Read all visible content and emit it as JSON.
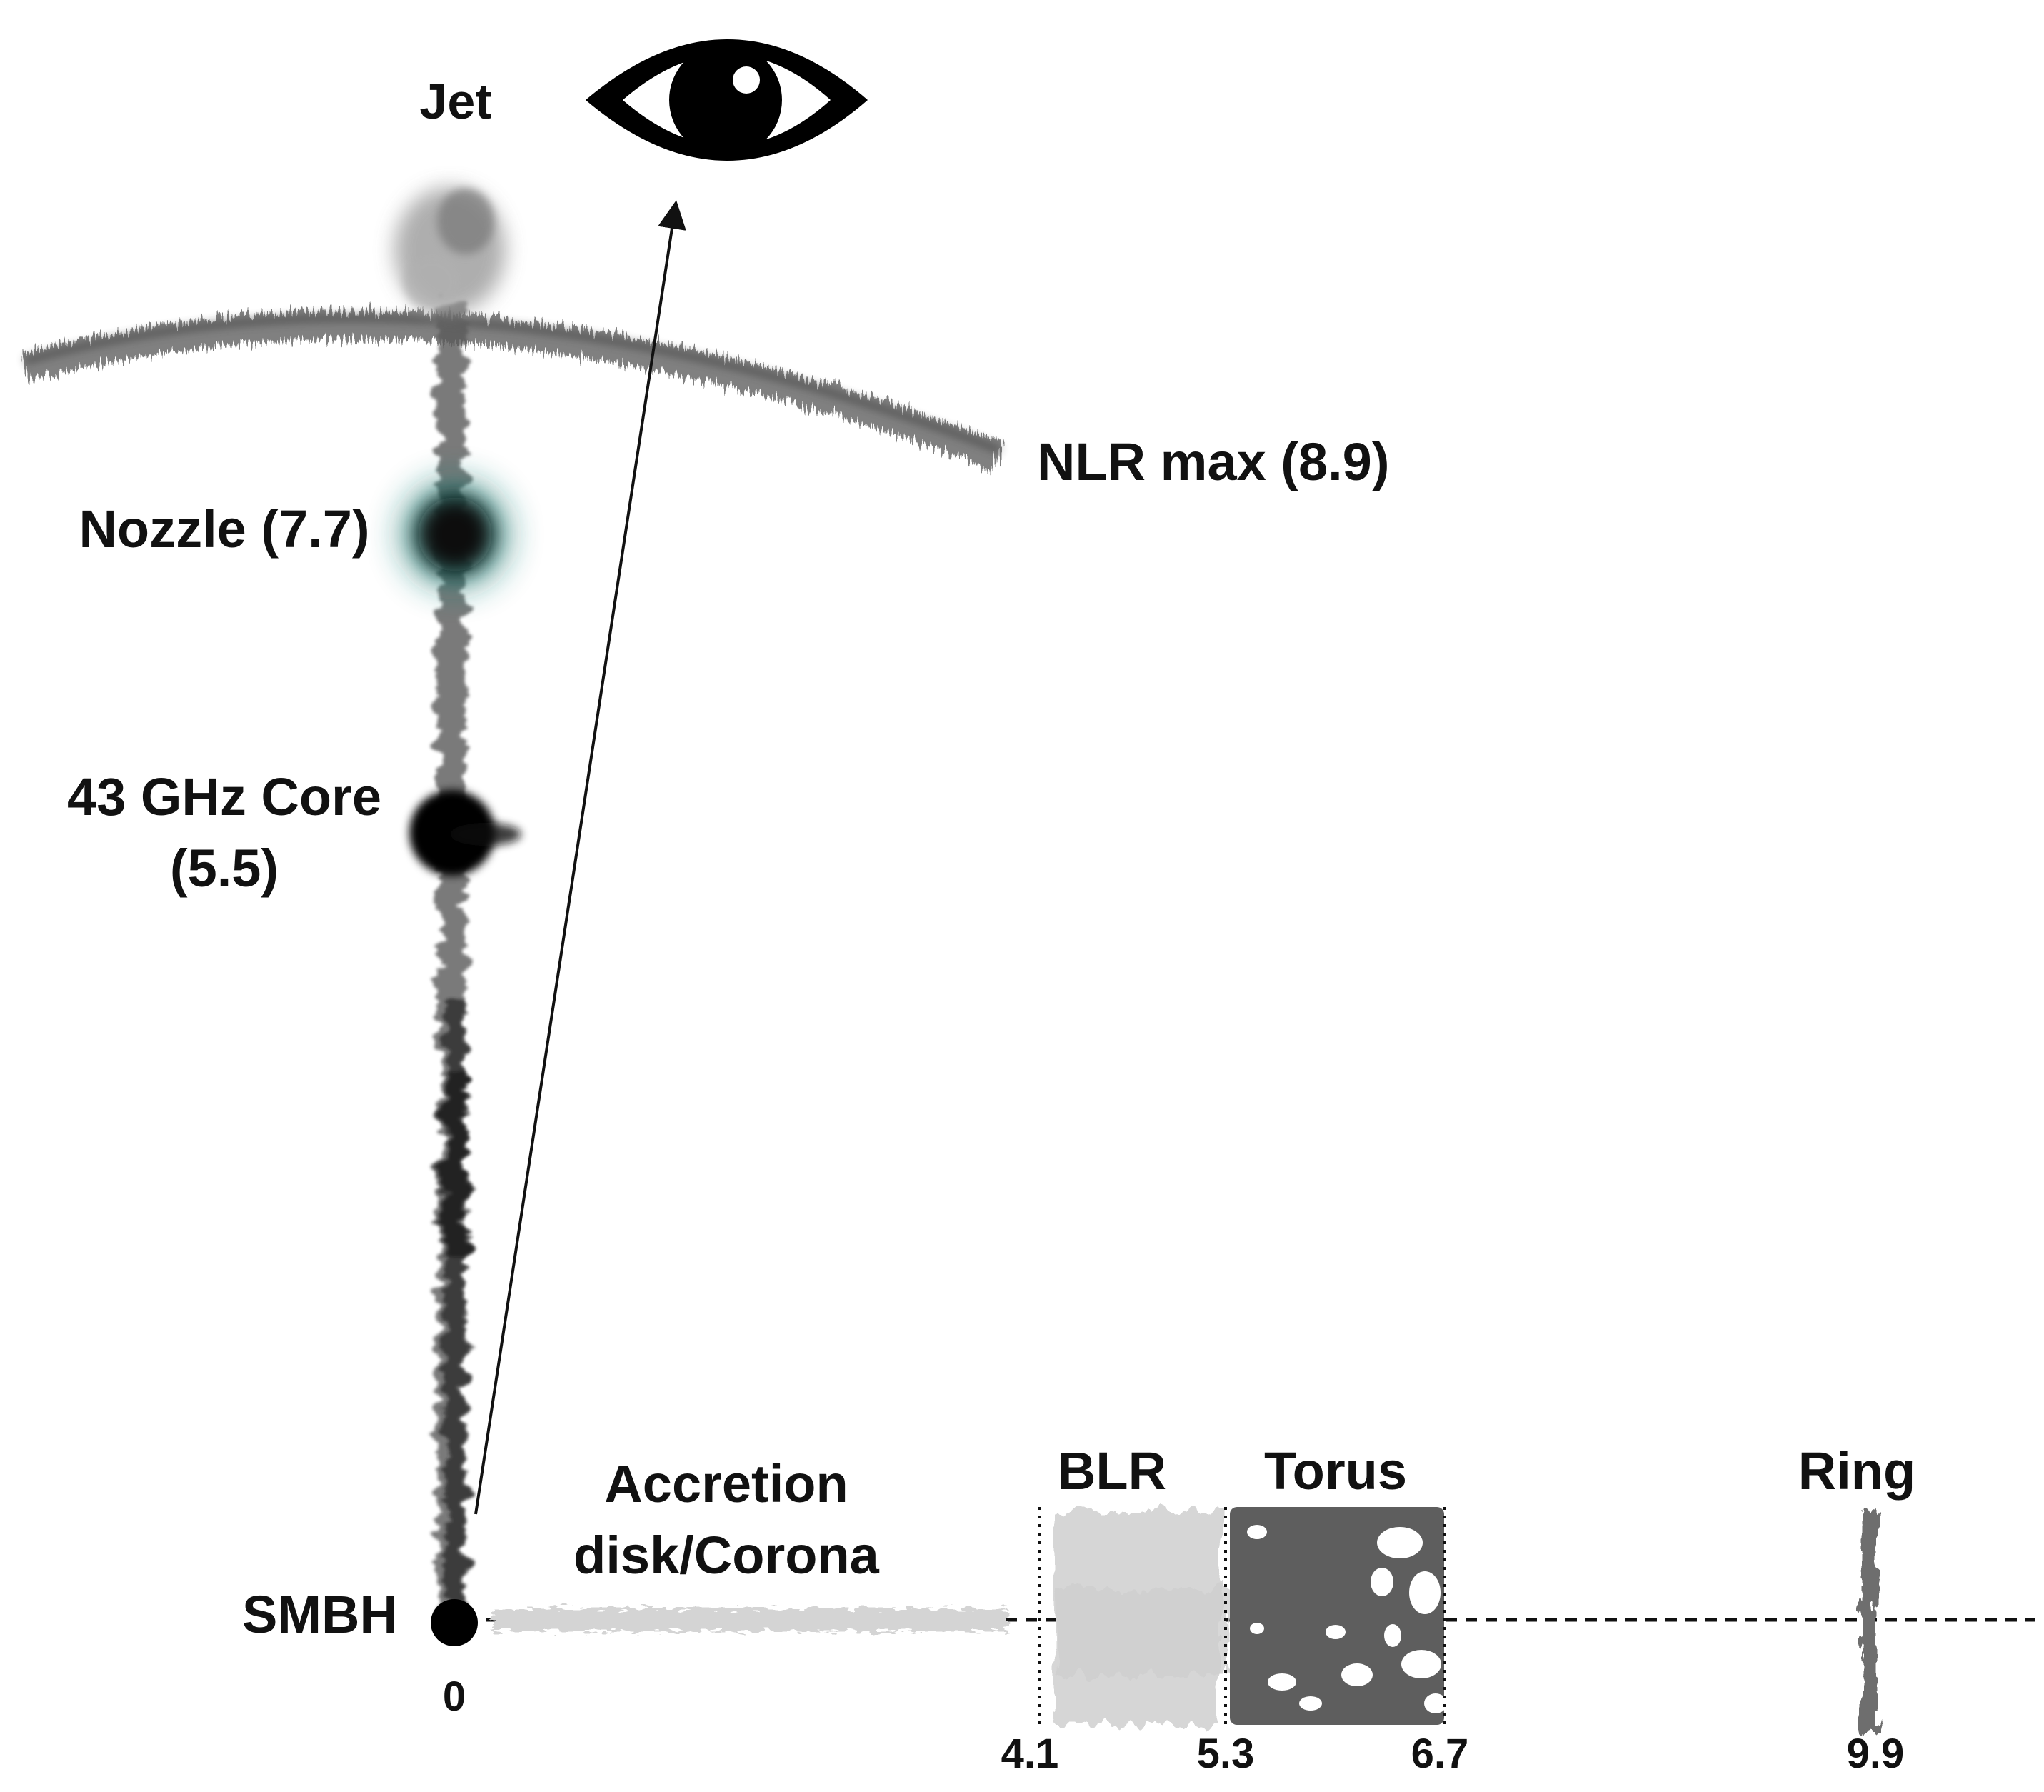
{
  "labels": {
    "jet": "Jet",
    "nlr": "NLR max (8.9)",
    "nozzle": "Nozzle (7.7)",
    "core_line1": "43 GHz Core",
    "core_line2": "(5.5)",
    "smbh": "SMBH",
    "accretion_line1": "Accretion",
    "accretion_line2": "disk/Corona",
    "blr": "BLR",
    "torus": "Torus",
    "ring": "Ring"
  },
  "ticks": {
    "t0": "0",
    "t41": "4.1",
    "t53": "5.3",
    "t67": "6.7",
    "t99": "9.9"
  },
  "icons": {
    "observer": "eye-icon"
  },
  "colors": {
    "ink": "#111111",
    "accretion": "#d4d4d4",
    "blr": "#d6d6d6",
    "torus": "#5e5e5e",
    "ring": "#6e6e6e",
    "nlr": "#6a6a6a",
    "nozzle_glow": "#1f7a72"
  }
}
